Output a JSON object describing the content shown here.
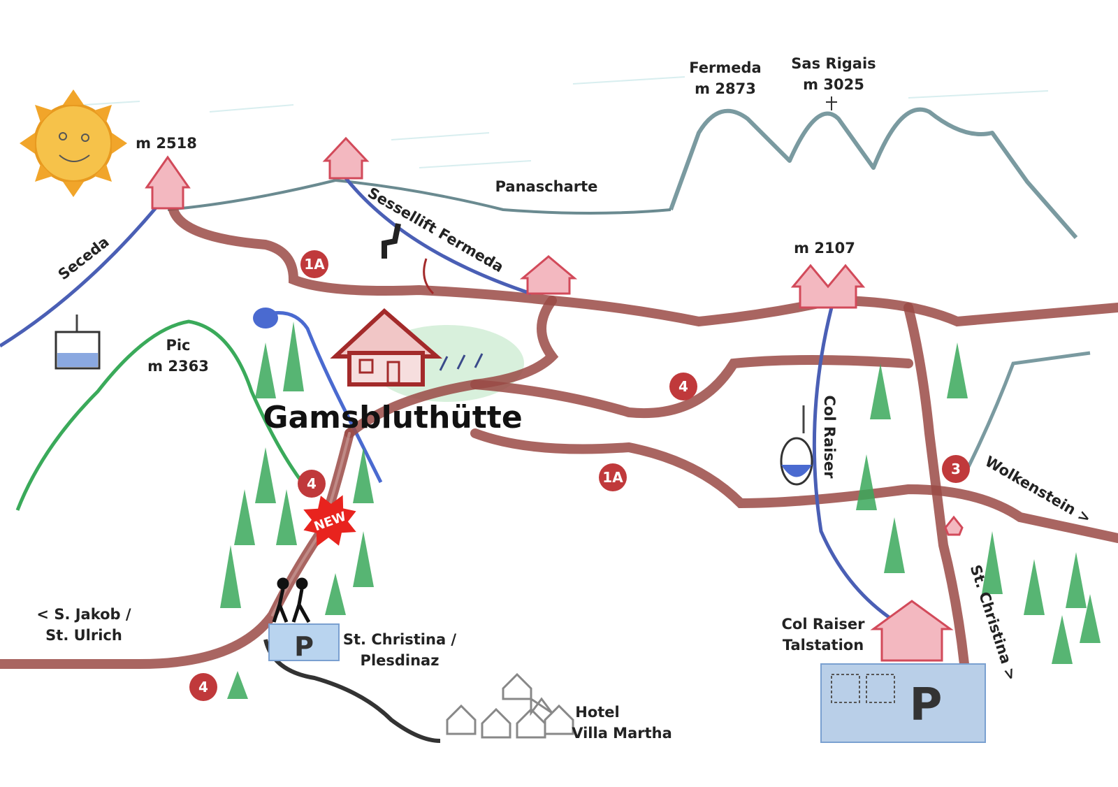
{
  "map": {
    "title": "Gamsbluthütte",
    "peaks": [
      {
        "name": "Fermeda",
        "elevation": "m 2873"
      },
      {
        "name": "Sas Rigais",
        "elevation": "m 3025"
      },
      {
        "name": "Pic",
        "elevation": "m 2363"
      }
    ],
    "elevations": {
      "seceda_top": "m 2518",
      "col_raiser_top": "m 2107"
    },
    "places": {
      "panascharte": "Panascharte",
      "seceda": "Seceda",
      "sessellift": "Sessellift Fermeda",
      "col_raiser_lift": "Col Raiser",
      "wolkenstein": "Wolkenstein >",
      "st_christina_right": "St. Christina >",
      "s_jakob_1": "< S. Jakob /",
      "s_jakob_2": "St. Ulrich",
      "plesdinaz_1": "St. Christina /",
      "plesdinaz_2": "Plesdinaz",
      "talstation_1": "Col Raiser",
      "talstation_2": "Talstation",
      "hotel_1": "Hotel",
      "hotel_2": "Villa Martha"
    },
    "trail_markers": [
      "1A",
      "4",
      "1A",
      "4",
      "3",
      "4"
    ],
    "new_badge": "NEW",
    "parking": "P",
    "colors": {
      "trail": "#9a4a45",
      "marker": "#c0393b",
      "lift": "#4a5fb5",
      "hut": "#d24a5a",
      "forest": "#3aa85a"
    }
  }
}
